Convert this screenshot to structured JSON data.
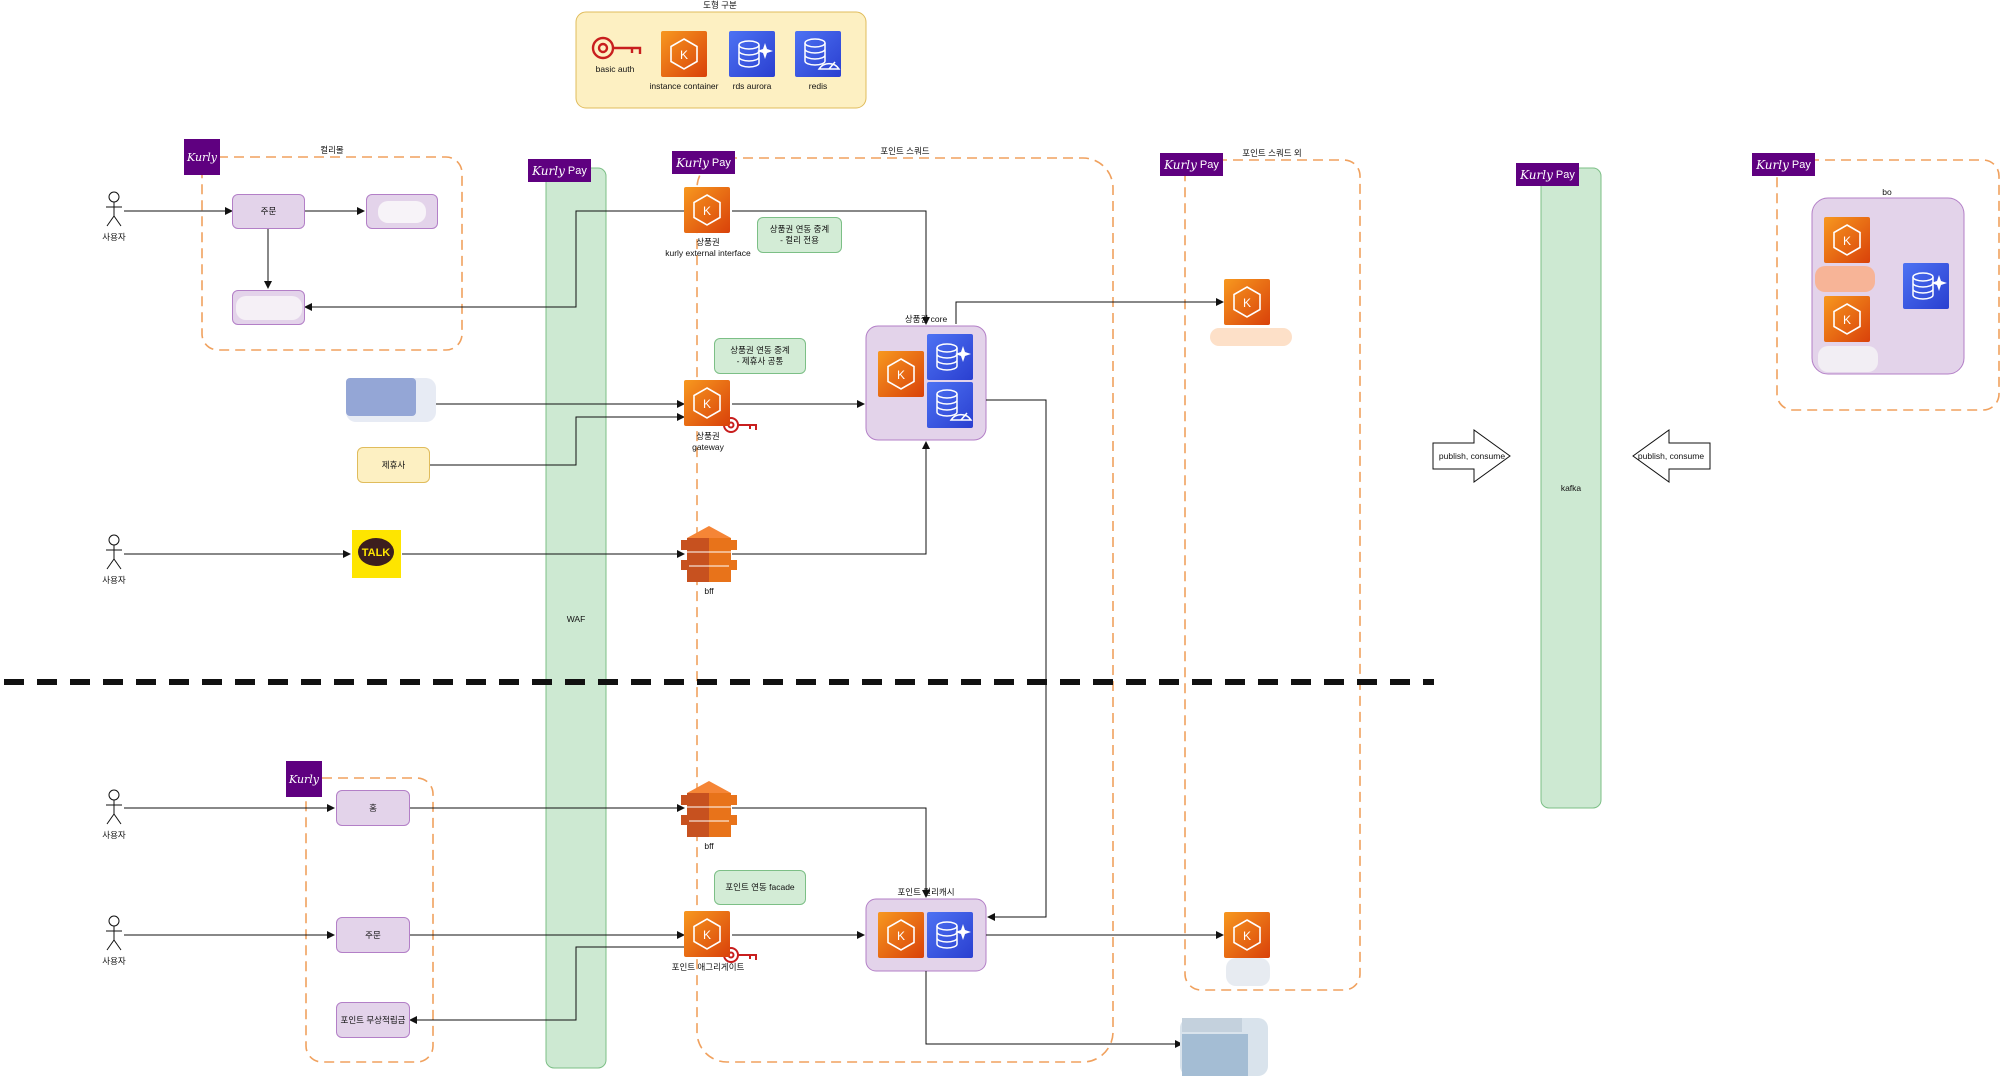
{
  "legend": {
    "title": "도형 구분",
    "items": [
      {
        "label": "basic auth",
        "icon": "key-icon"
      },
      {
        "label": "instance container",
        "icon": "ecs-container-icon"
      },
      {
        "label": "rds aurora",
        "icon": "rds-aurora-icon"
      },
      {
        "label": "redis",
        "icon": "redis-icon"
      }
    ]
  },
  "groups": {
    "kurlymall": "컬리몰",
    "point_squad": "포인트 스쿼드",
    "outside_point_squad": "포인트 스쿼드 외",
    "bo": "bo"
  },
  "brand": {
    "kurly": "Kurly",
    "kurly_pay_word": "Kurly",
    "pay": "Pay",
    "color": "#5f0080"
  },
  "actors": {
    "user": "사용자"
  },
  "mall_nodes": {
    "order": "주문",
    "home": "홈",
    "order2": "주문",
    "free_point": "포인트 무상적립금"
  },
  "partner": "제휴사",
  "talk": "TALK",
  "waf": "WAF",
  "kafka": "kafka",
  "services": {
    "external_interface": "상품권\nkurly external interface",
    "gateway": "상품권\ngateway",
    "bff_top": "bff",
    "bff_bottom": "bff",
    "voucher_core": "상품권 core",
    "point_kurlycash": "포인트 컬리캐시",
    "point_aggregate": "포인트 애그리게이트"
  },
  "notes": {
    "voucher_kurly_only": "상품권 연동 중계\n- 컬리 전용",
    "voucher_partner_common": "상품권 연동 중계\n- 제휴사 공통",
    "point_facade": "포인트 연동 facade"
  },
  "arrows": {
    "publish_consume_left": "publish, consume",
    "publish_consume_right": "publish, consume"
  },
  "colors": {
    "group_border": "#f0a15e",
    "waf_fill": "#cde9d2",
    "purple_fill": "#e3d3ea",
    "ecs_orange": "#f26b14",
    "rds_blue": "#3b57e6",
    "key_red": "#d11f1f"
  }
}
